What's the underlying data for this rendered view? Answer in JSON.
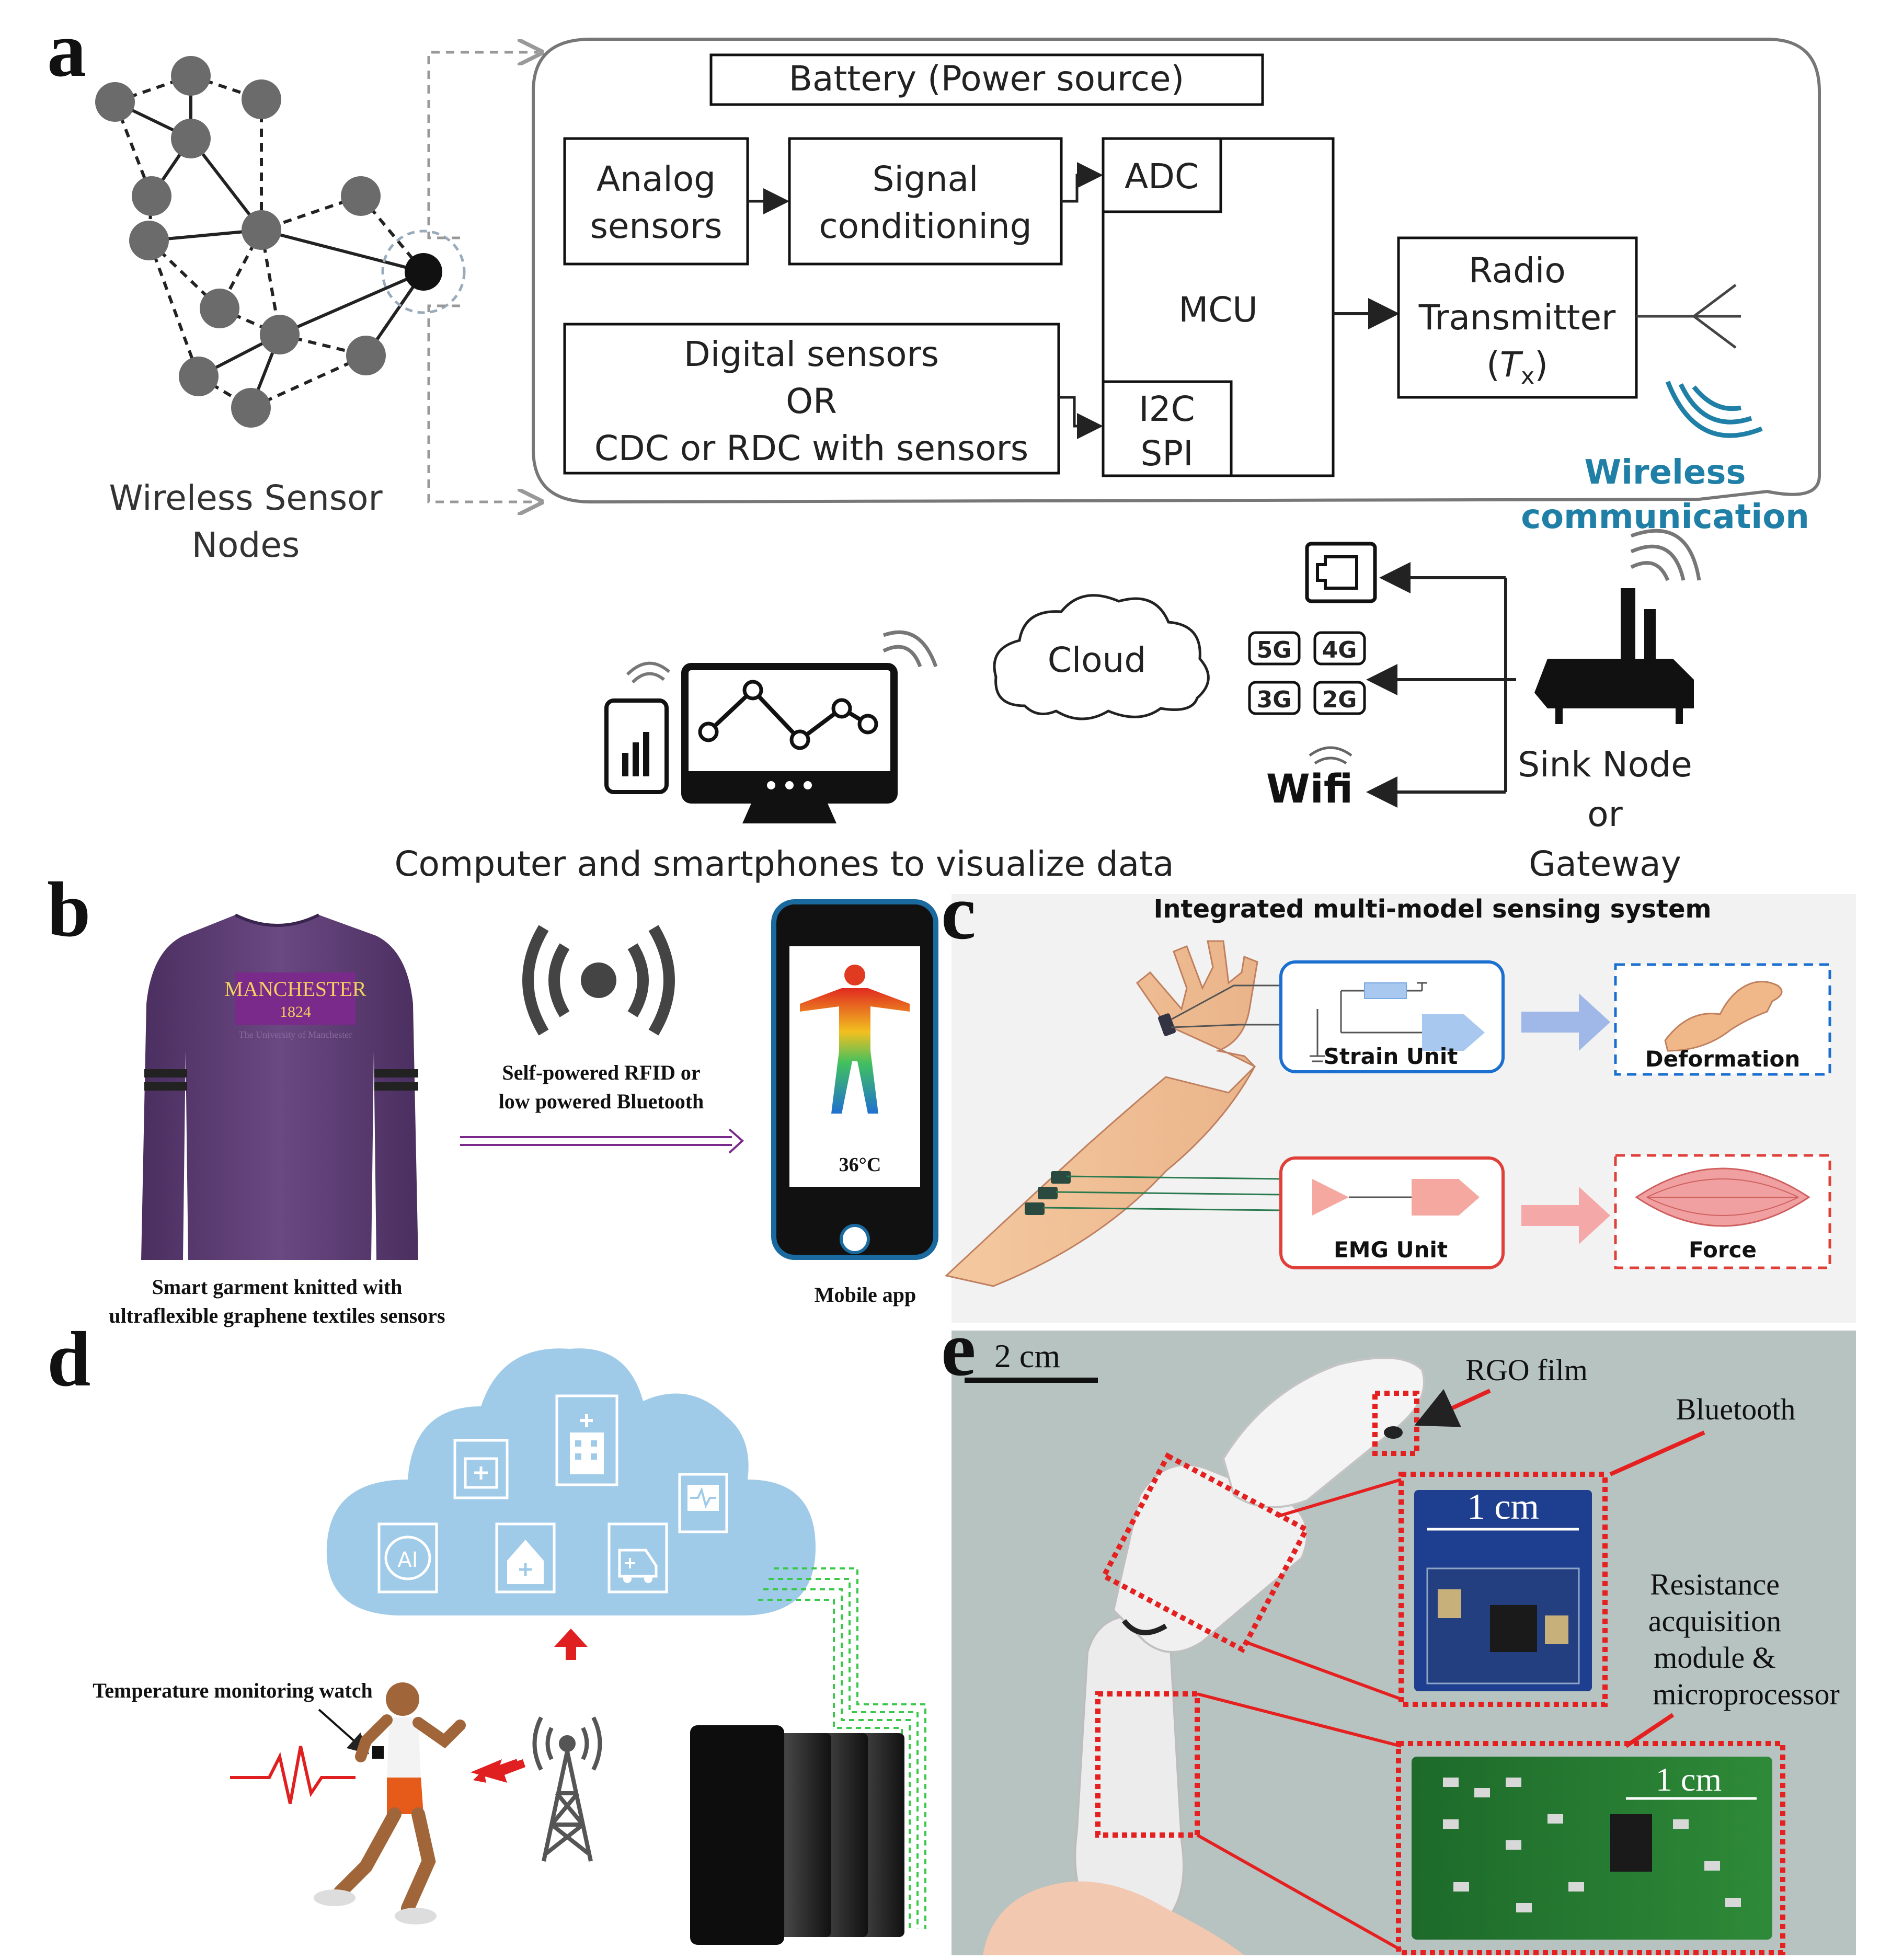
{
  "panels": {
    "a": "a",
    "b": "b",
    "c": "c",
    "d": "d",
    "e": "e"
  },
  "panel_a": {
    "network_caption_line1": "Wireless Sensor",
    "network_caption_line2": "Nodes",
    "battery": "Battery (Power source)",
    "analog_line1": "Analog",
    "analog_line2": "sensors",
    "signal_line1": "Signal",
    "signal_line2": "conditioning",
    "adc": "ADC",
    "mcu": "MCU",
    "i2c_line1": "I2C",
    "i2c_line2": "SPI",
    "digital_line1": "Digital sensors",
    "digital_line2": "OR",
    "digital_line3": "CDC or RDC with sensors",
    "radio_line1": "Radio",
    "radio_line2": "Transmitter",
    "radio_line3_pre": "(",
    "radio_line3_t": "T",
    "radio_line3_sub": "x",
    "radio_line3_post": ")",
    "wireless_line1": "Wireless",
    "wireless_line2": "communication",
    "cloud": "Cloud",
    "net_5g": "5G",
    "net_4g": "4G",
    "net_3g": "3G",
    "net_2g": "2G",
    "wifi": "Wifi",
    "sink_line1": "Sink Node",
    "sink_line2": "or",
    "sink_line3": "Gateway",
    "computer_caption": "Computer and smartphones to visualize data",
    "accent_color": "#1f7fa6"
  },
  "panel_b": {
    "logo_line1": "MANCHESTER",
    "logo_line2": "1824",
    "logo_line3": "The University of Manchester",
    "link_line1": "Self-powered RFID or",
    "link_line2": "low powered Bluetooth",
    "temperature": "36°C",
    "garment_line1": "Smart garment knitted with",
    "garment_line2": "ultraflexible graphene textiles sensors",
    "app_caption": "Mobile app",
    "shirt_color": "#5a3a70",
    "logo_bg": "#7a2a8a"
  },
  "panel_c": {
    "title": "Integrated multi-model sensing system",
    "strain_unit": "Strain Unit",
    "deformation": "Deformation",
    "emg_unit": "EMG Unit",
    "force": "Force",
    "strain_color": "#1a6fd0",
    "emg_color": "#e0403a"
  },
  "panel_d": {
    "watch_label": "Temperature monitoring watch",
    "ai_label": "AI",
    "cloud_color": "#9fcbe8"
  },
  "panel_e": {
    "scale_bar": "2 cm",
    "rgo": "RGO film",
    "bluetooth": "Bluetooth",
    "module_line1": "Resistance",
    "module_line2": "acquisition",
    "module_line3": "module &",
    "module_line4": "microprocessor",
    "chip_scale_1": "1 cm",
    "chip_scale_2": "1 cm",
    "bg_color": "#b7c3c0"
  }
}
